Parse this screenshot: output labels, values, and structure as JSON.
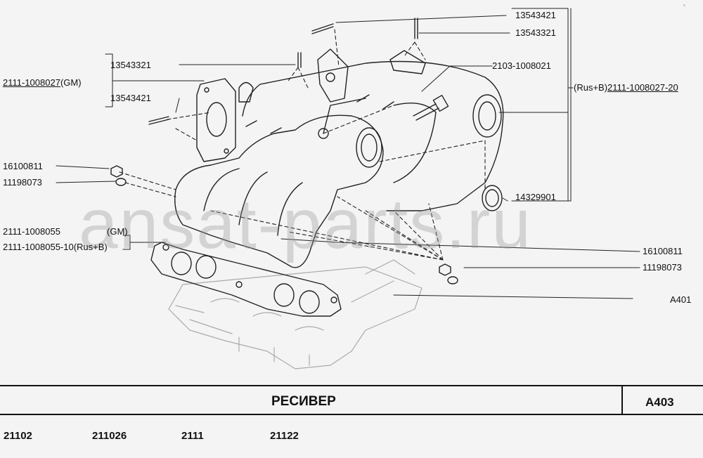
{
  "diagram": {
    "callouts": {
      "l1": "13543321",
      "l2": "2111-1008027",
      "l2_suffix": "(GM)",
      "l3": "13543421",
      "l4": "16100811",
      "l5": "11198073",
      "l6": "2111-1008055",
      "l6_suffix": "(GM)",
      "l7": "2111-1008055-10(Rus+B)",
      "r1": "13543421",
      "r2": "13543321",
      "r3": "2103-1008021",
      "r4_prefix": "(Rus+B)",
      "r4": "2111-1008027-20",
      "r5": "14329901",
      "r6": "16100811",
      "r7": "11198073",
      "r8": "A401"
    },
    "watermark": "ansat-parts.ru",
    "corner_mark": "ᵉ"
  },
  "footer": {
    "title": "РЕСИВЕР",
    "code": "A403",
    "models": [
      "21102",
      "211026",
      "2111",
      "21122"
    ]
  }
}
